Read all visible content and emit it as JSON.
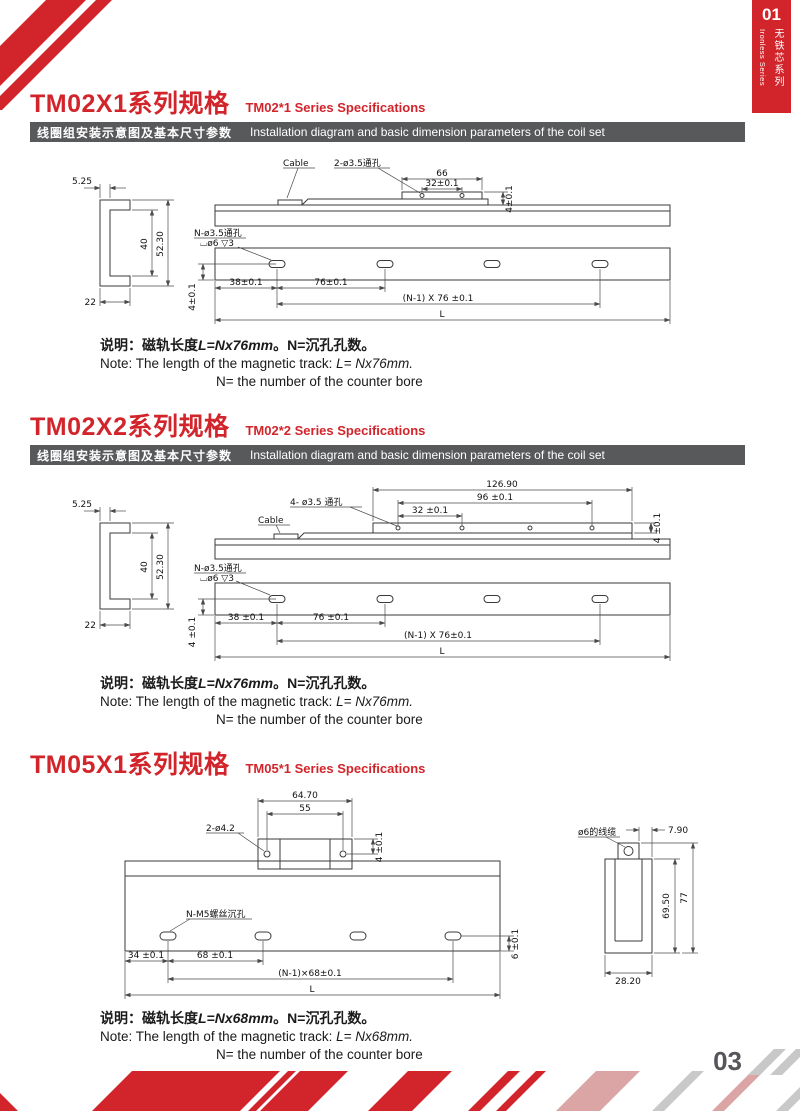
{
  "page": {
    "number": "03",
    "accent_red": "#d2252b",
    "bar_gray": "#58595b"
  },
  "chapter_tab": {
    "number": "01",
    "label_en": "Ironless Series",
    "label_cn": "无铁芯系列"
  },
  "info_bar": {
    "cn": "线圈组安装示意图及基本尺寸参数",
    "en": "Installation diagram and basic dimension parameters of the coil set"
  },
  "sections": [
    {
      "heading_cn": "TM02X1系列规格",
      "heading_en": "TM02*1 Series Specifications",
      "note": {
        "label": "说明：",
        "cn_1": "磁轨长度",
        "cn_formula": "L=Nx76mm",
        "cn_2": "。N=沉孔孔数。",
        "en_prefix": "Note: The length of the magnetic track: ",
        "en_formula": "L= Nx76mm.",
        "en_2": "N= the number of the counter bore"
      },
      "dims": {
        "cs_top": "5.25",
        "cs_h1": "40",
        "cs_h2": "52.30",
        "cs_w": "22",
        "cable": "Cable",
        "top_holes": "2-ø3.5通孔",
        "w_outer": "66",
        "w_inner": "32±0.1",
        "h_top": "4±0.1",
        "holes_line1": "N-ø3.5通孔",
        "holes_line2": "⌴ø6 ▽3",
        "h_left": "4±0.1",
        "w_first": "38±0.1",
        "w_pitch": "76±0.1",
        "w_total": "(N-1) X 76 ±0.1",
        "length": "L"
      }
    },
    {
      "heading_cn": "TM02X2系列规格",
      "heading_en": "TM02*2 Series Specifications",
      "note": {
        "label": "说明：",
        "cn_1": "磁轨长度",
        "cn_formula": "L=Nx76mm",
        "cn_2": "。N=沉孔孔数。",
        "en_prefix": "Note: The length of the magnetic track: ",
        "en_formula": "L= Nx76mm.",
        "en_2": "N= the number of the counter bore"
      },
      "dims": {
        "cs_top": "5.25",
        "cs_h1": "40",
        "cs_h2": "52.30",
        "cs_w": "22",
        "cable": "Cable",
        "top_holes": "4- ø3.5 通孔",
        "w_outer": "126.90",
        "w_mid": "96 ±0.1",
        "w_inner": "32 ±0.1",
        "h_top": "4 ±0.1",
        "holes_line1": "N-ø3.5通孔",
        "holes_line2": "⌴ø6 ▽3",
        "h_left": "4 ±0.1",
        "w_first": "38 ±0.1",
        "w_pitch": "76 ±0.1",
        "w_total": "(N-1) X 76±0.1",
        "length": "L"
      }
    },
    {
      "heading_cn": "TM05X1系列规格",
      "heading_en": "TM05*1  Series Specifications",
      "note": {
        "label": "说明：",
        "cn_1": "磁轨长度",
        "cn_formula": "L=Nx68mm",
        "cn_2": "。N=沉孔孔数。",
        "en_prefix": "Note: The length of the magnetic track: ",
        "en_formula": "L= Nx68mm.",
        "en_2": "N= the number of the counter bore"
      },
      "dims": {
        "plate_w": "64.70",
        "plate_holes_w": "55",
        "plate_h": "4 ±0.1",
        "plate_holes": "2-ø4.2",
        "screw_holes": "N-M5螺丝沉孔",
        "w_first": "34 ±0.1",
        "w_pitch": "68 ±0.1",
        "w_total": "(N-1)×68±0.1",
        "length": "L",
        "h_right": "6 ±0.1",
        "cable": "ø6的线缆",
        "cs_top_w": "7.90",
        "cs_h1": "69.50",
        "cs_h2": "77",
        "cs_w": "28.20"
      }
    }
  ]
}
